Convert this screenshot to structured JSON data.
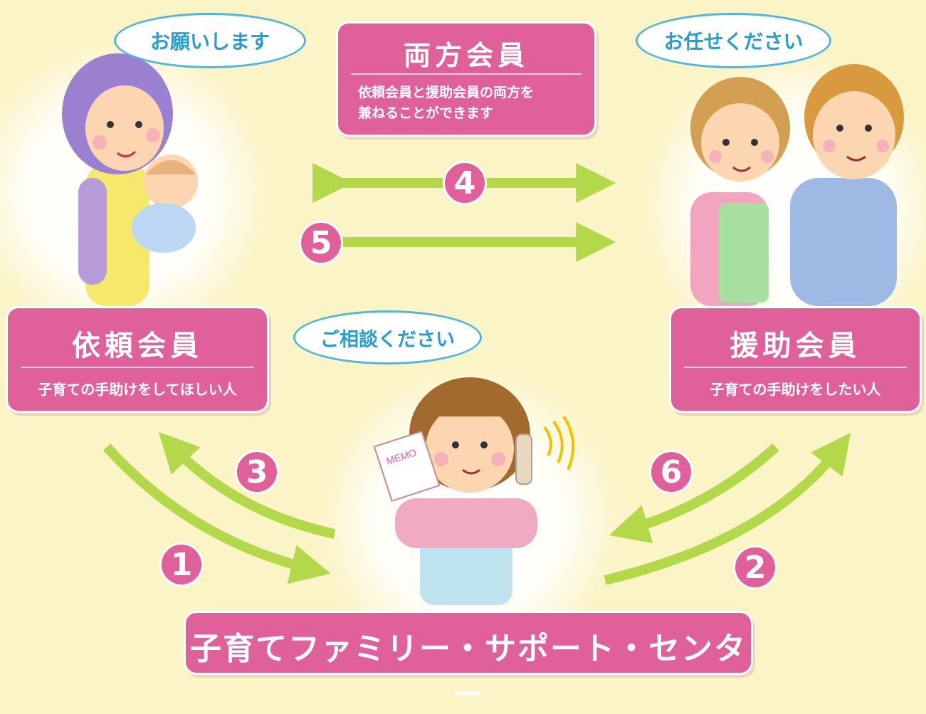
{
  "both_member": {
    "title": "両方会員",
    "description_line1": "依頼会員と援助会員の両方を",
    "description_line2": "兼ねることができます"
  },
  "requesting_member": {
    "title": "依頼会員",
    "description": "子育ての手助けをしてほしい人",
    "speech": "お願いします"
  },
  "supporting_member": {
    "title": "援助会員",
    "description": "子育ての手助けをしたい人",
    "speech": "お任せください"
  },
  "center": {
    "title": "子育てファミリー・サポート・センター",
    "speech": "ご相談ください",
    "memo_label": "MEMO"
  },
  "steps": [
    "1",
    "2",
    "3",
    "4",
    "5",
    "6"
  ],
  "colors": {
    "pink": "#e0609a",
    "green": "#b3d84a",
    "bubble_blue": "#4fb6de",
    "background": "#fbf4c6"
  }
}
